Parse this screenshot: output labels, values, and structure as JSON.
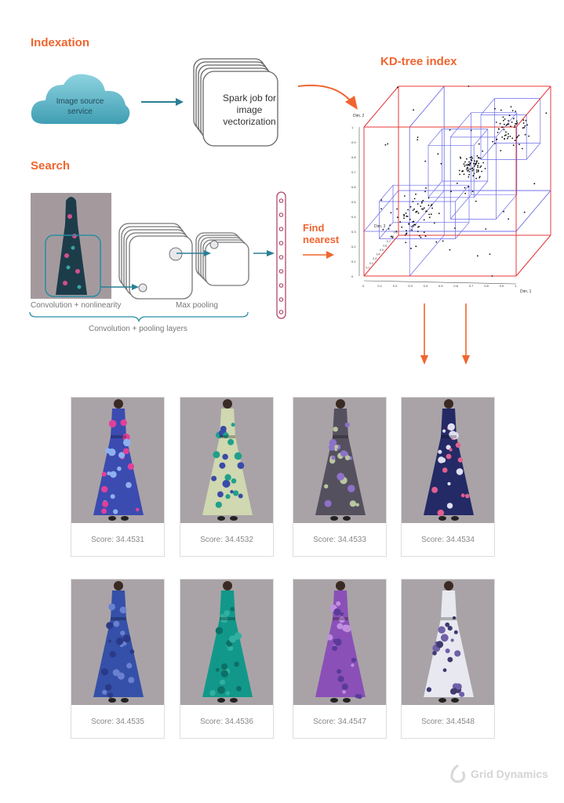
{
  "indexation": {
    "heading": "Indexation",
    "source": "Image source service",
    "spark": "Spark job for image vectorization"
  },
  "kdtree": {
    "heading": "KD-tree index",
    "dim1": "Dim. 1",
    "dim2": "Dim. 2",
    "dim3": "Dim. 3",
    "ticks": [
      "0",
      "0.1",
      "0.2",
      "0.3",
      "0.4",
      "0.5",
      "0.6",
      "0.7",
      "0.8",
      "0.9",
      "1"
    ]
  },
  "search": {
    "heading": "Search",
    "conv_label": "Convolution + nonlinearity",
    "pool_label": "Max pooling",
    "layers_label": "Convolution + pooling layers",
    "find": "Find",
    "nearest": "nearest"
  },
  "colors": {
    "accent": "#f0652f",
    "teal": "#2a7f96",
    "vector": "#b04a6a",
    "red_box": "#e83a3a",
    "blue_box": "#6a6ae8"
  },
  "results": [
    {
      "score": "Score: 34.4531",
      "dress": "#3b4bb0",
      "spot": "#e0409a",
      "spot2": "#8fb0f0"
    },
    {
      "score": "Score: 34.4532",
      "dress": "#cfd8b0",
      "spot": "#1fa08a",
      "spot2": "#3a4aa8"
    },
    {
      "score": "Score: 34.4533",
      "dress": "#55505e",
      "spot": "#8c72c8",
      "spot2": "#b8c8a0"
    },
    {
      "score": "Score: 34.4534",
      "dress": "#242a66",
      "spot": "#e0e0f0",
      "spot2": "#e06090"
    },
    {
      "score": "Score: 34.4535",
      "dress": "#3550a8",
      "spot": "#2a3a88",
      "spot2": "#6a80d0"
    },
    {
      "score": "Score: 34.4536",
      "dress": "#12988a",
      "spot": "#0c7066",
      "spot2": "#30b0a0"
    },
    {
      "score": "Score: 34.4547",
      "dress": "#8a50b8",
      "spot": "#5a3a9a",
      "spot2": "#c090e0"
    },
    {
      "score": "Score: 34.4548",
      "dress": "#e8e8f0",
      "spot": "#403a70",
      "spot2": "#7060a8"
    }
  ],
  "logo": {
    "text": "Grid Dynamics"
  }
}
